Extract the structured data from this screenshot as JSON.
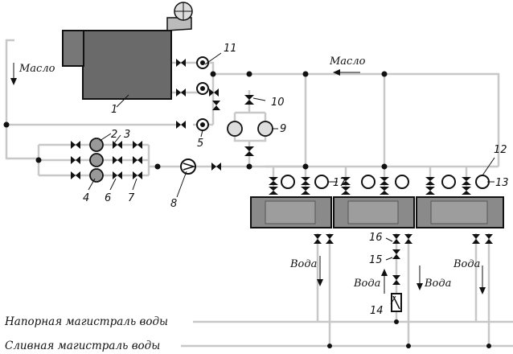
{
  "labels": {
    "oil_top": "Масло",
    "oil_left": "Масло",
    "water_1": "Вода",
    "water_2": "Вода",
    "water_3": "Вода",
    "water_4": "Вода",
    "pressure_main": "Напорная магистраль воды",
    "drain_main": "Сливная магистраль воды"
  },
  "numbers": {
    "n1": "1",
    "n2": "2",
    "n3": "3",
    "n4": "4",
    "n5": "5",
    "n6": "6",
    "n7": "7",
    "n8": "8",
    "n9": "9",
    "n10": "10",
    "n11": "11",
    "n12": "12",
    "n13": "13",
    "n14": "14",
    "n15": "15",
    "n16": "16",
    "n17": "17"
  }
}
